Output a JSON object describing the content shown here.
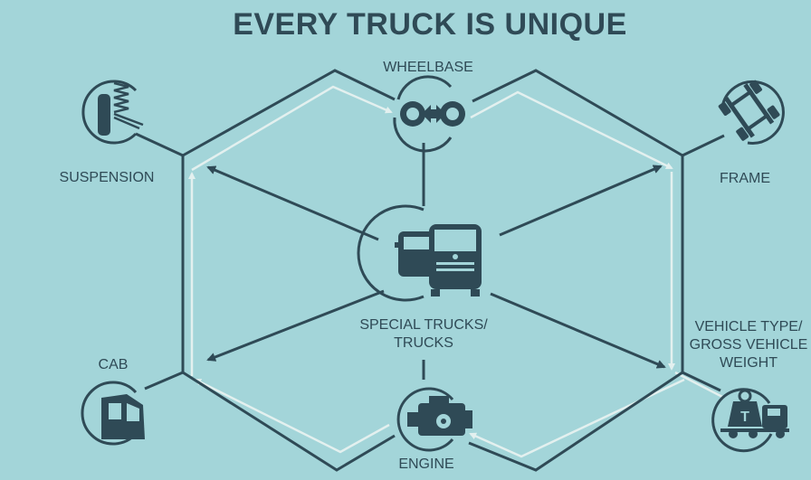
{
  "title": "EVERY TRUCK IS UNIQUE",
  "nodes": {
    "wheelbase": {
      "label": "WHEELBASE",
      "icon": "wheelbase-icon"
    },
    "suspension": {
      "label": "SUSPENSION",
      "icon": "suspension-icon"
    },
    "frame": {
      "label": "FRAME",
      "icon": "frame-icon"
    },
    "center": {
      "label": "SPECIAL TRUCKS/\nTRUCKS",
      "icon": "trucks-icon"
    },
    "cab": {
      "label": "CAB",
      "icon": "cab-icon"
    },
    "engine": {
      "label": "ENGINE",
      "icon": "engine-icon"
    },
    "vehicle_type": {
      "label": "VEHICLE TYPE/\nGROSS VEHICLE\nWEIGHT",
      "icon": "weight-icon"
    }
  },
  "colors": {
    "background": "#a3d5d9",
    "line": "#2f4a56",
    "light_arrow": "#e3f0ef"
  }
}
